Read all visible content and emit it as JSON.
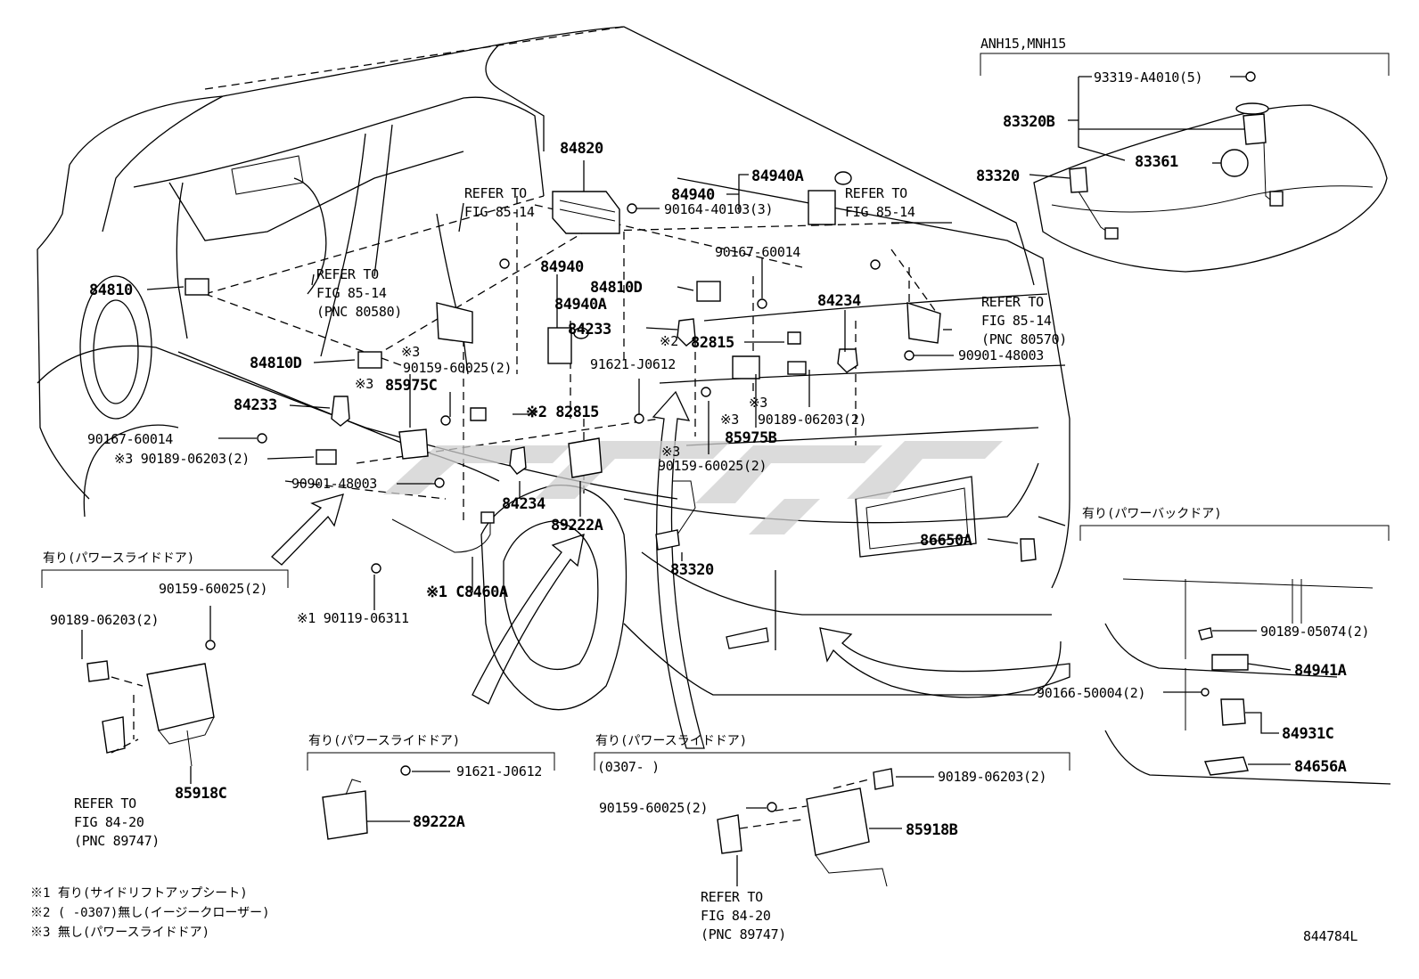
{
  "variant_header": "ANH15,MNH15",
  "figure_code": "844784L",
  "refer_fig_85_14": "REFER TO\nFIG 85-14",
  "refer_fig_85_14_pnc_80580": "REFER TO\nFIG 85-14\n(PNC 80580)",
  "refer_fig_85_14_pnc_80570": "REFER TO\nFIG 85-14\n(PNC 80570)",
  "refer_fig_84_20_pnc_89747": "REFER TO\nFIG 84-20\n(PNC 89747)",
  "section_power_slide_door": "有り(パワースライドドア)",
  "section_power_back_door": "有り(パワーバックドア)",
  "date_range": "(0307-     )",
  "notes": [
    "※1 有り(サイドリフトアップシート)",
    "※2 (    -0307)無し(イージークローザー)",
    "※3 無し(パワースライドドア)"
  ],
  "part_labels": {
    "p84820": "84820",
    "p84940_a": "84940",
    "p84940A_a": "84940A",
    "p84940_b": "84940",
    "p84940A_b": "84940A",
    "p84810": "84810",
    "p84810D_a": "84810D",
    "p84810D_b": "84810D",
    "p84233_a": "84233",
    "p84233_b": "84233",
    "p84234_a": "84234",
    "p84234_b": "84234",
    "p82815_a": "82815",
    "p82815_b": "※2 82815",
    "p85975C": "85975C",
    "p85975B": "85975B",
    "p89222A": "89222A",
    "p89222A_b": "89222A",
    "p83320": "83320",
    "p83320_b": "83320",
    "p83320B": "83320B",
    "p83361": "83361",
    "p86650A": "86650A",
    "pC8460A": "※1 C8460A",
    "p85918C": "85918C",
    "p85918B": "85918B",
    "p84941A": "84941A",
    "p84931C": "84931C",
    "p84656A": "84656A",
    "b93319": "93319-A4010(5)",
    "b90164": "90164-40103(3)",
    "b90167_a": "90167-60014",
    "b90167_b": "90167-60014",
    "b90159_a": "90159-60025(2)",
    "b90159_b": "90159-60025(2)",
    "b90159_c": "90159-60025(2)",
    "b90159_d": "90159-60025(2)",
    "b91621_a": "91621-J0612",
    "b91621_b": "91621-J0612",
    "b90901_a": "90901-48003",
    "b90901_b": "90901-48003",
    "b90189_a": "90189-06203(2)",
    "b90189_b": "※3 90189-06203(2)",
    "b90189_c": "90189-06203(2)",
    "b90189_d": "90189-06203(2)",
    "b90189_e": "90189-05074(2)",
    "b90166": "90166-50004(2)",
    "b90119": "※1 90119-06311",
    "m3_a": "※3",
    "m3_b": "※3",
    "m3_c": "※3",
    "m3_d": "※3",
    "m3_e": "※3",
    "m2_a": "※2"
  }
}
